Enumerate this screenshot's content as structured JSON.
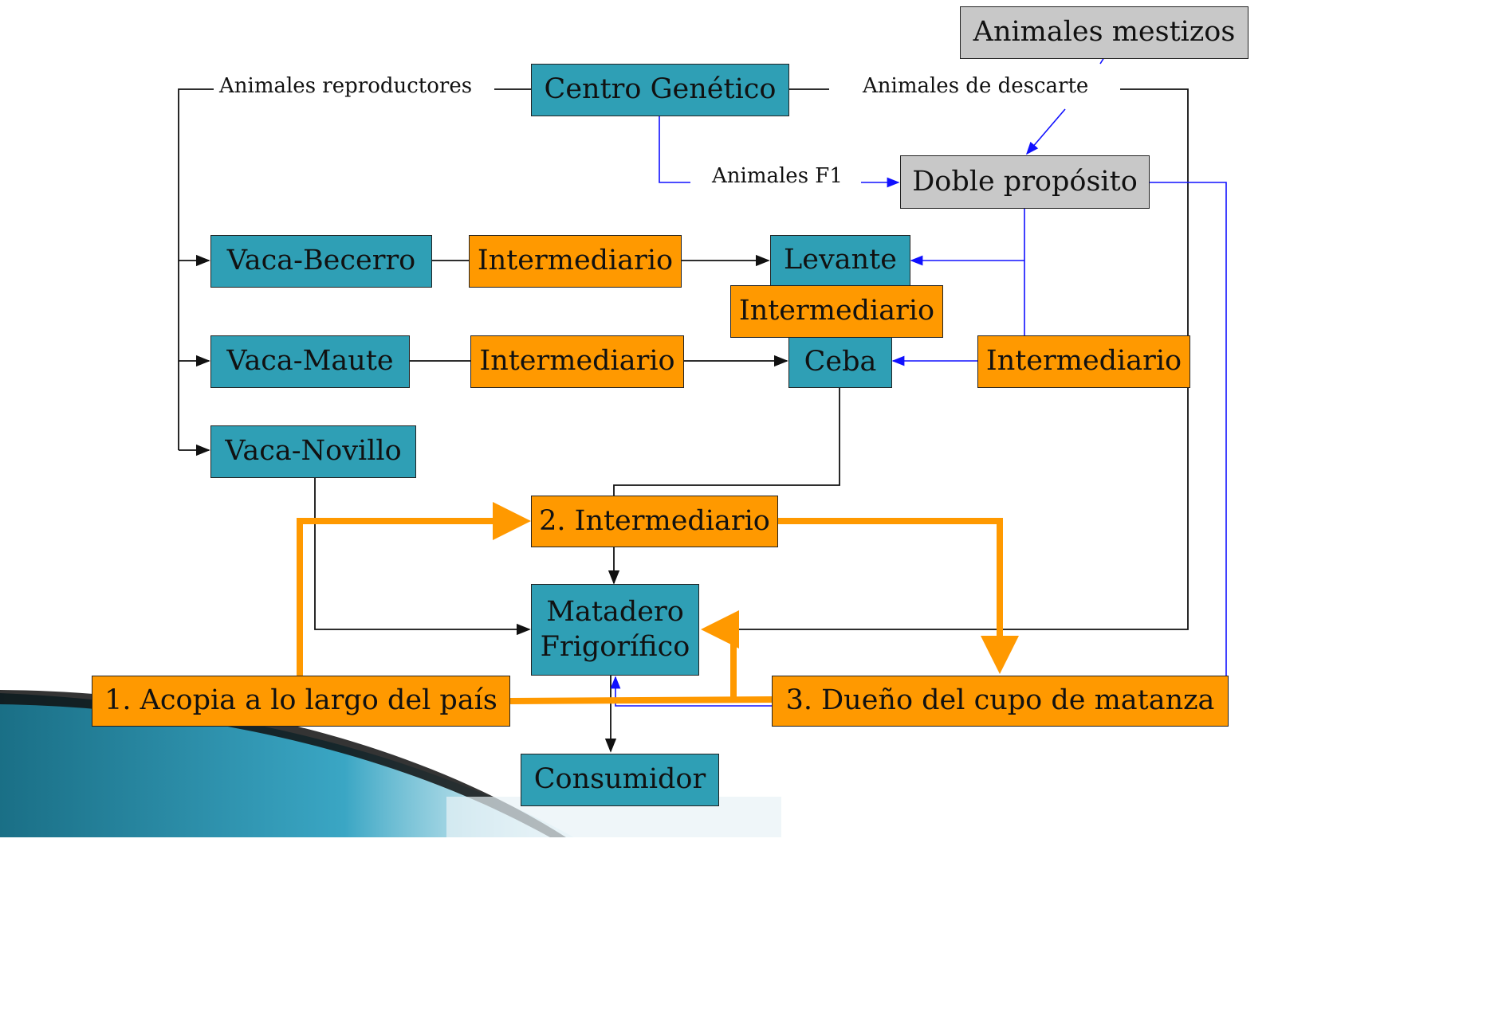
{
  "nodes": {
    "animales_mestizos": "Animales mestizos",
    "centro_genetico": "Centro Genético",
    "doble_proposito": "Doble propósito",
    "vaca_becerro": "Vaca-Becerro",
    "vaca_maute": "Vaca-Maute",
    "vaca_novillo": "Vaca-Novillo",
    "intermediario_1": "Intermediario",
    "intermediario_2": "Intermediario",
    "intermediario_3": "Intermediario",
    "intermediario_4": "Intermediario",
    "levante": "Levante",
    "ceba": "Ceba",
    "intermediario_2_numbered": "2. Intermediario",
    "matadero": "Matadero\nFrigorífico",
    "acopia": "1. Acopia a lo largo del país",
    "dueno_cupo": "3. Dueño del cupo de matanza",
    "consumidor": "Consumidor"
  },
  "edge_labels": {
    "reproductores": "Animales reproductores",
    "descarte": "Animales de descarte",
    "f1": "Animales F1"
  },
  "colors": {
    "teal": "#2f9fb5",
    "orange": "#ff9900",
    "gray": "#c8c8c8",
    "blue_line": "#1010ff",
    "black_line": "#111111",
    "orange_line": "#ff9900"
  }
}
